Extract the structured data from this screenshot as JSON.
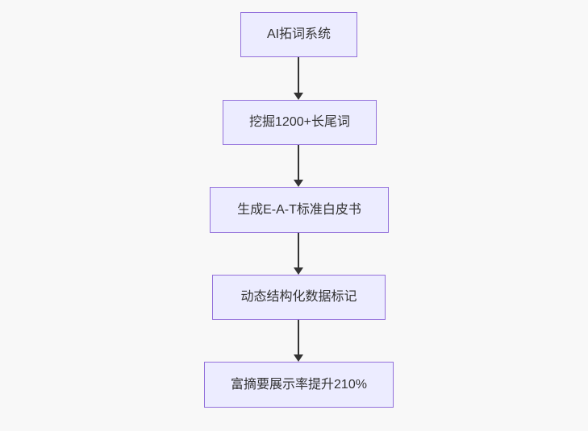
{
  "diagram": {
    "type": "flowchart",
    "direction": "top-down",
    "colors": {
      "page_background": "#f8f8f8",
      "node_fill": "#ECECFF",
      "node_border": "#9370DB",
      "edge_color": "#333333",
      "text_color": "#333333"
    },
    "nodes": [
      {
        "id": "n1",
        "label": "AI拓词系统"
      },
      {
        "id": "n2",
        "label": "挖掘1200+长尾词"
      },
      {
        "id": "n3",
        "label": "生成E-A-T标准白皮书"
      },
      {
        "id": "n4",
        "label": "动态结构化数据标记"
      },
      {
        "id": "n5",
        "label": "富摘要展示率提升210%"
      }
    ],
    "edges": [
      {
        "from": "n1",
        "to": "n2",
        "style": "arrow-down"
      },
      {
        "from": "n2",
        "to": "n3",
        "style": "arrow-down"
      },
      {
        "from": "n3",
        "to": "n4",
        "style": "arrow-down"
      },
      {
        "from": "n4",
        "to": "n5",
        "style": "arrow-down"
      }
    ]
  }
}
